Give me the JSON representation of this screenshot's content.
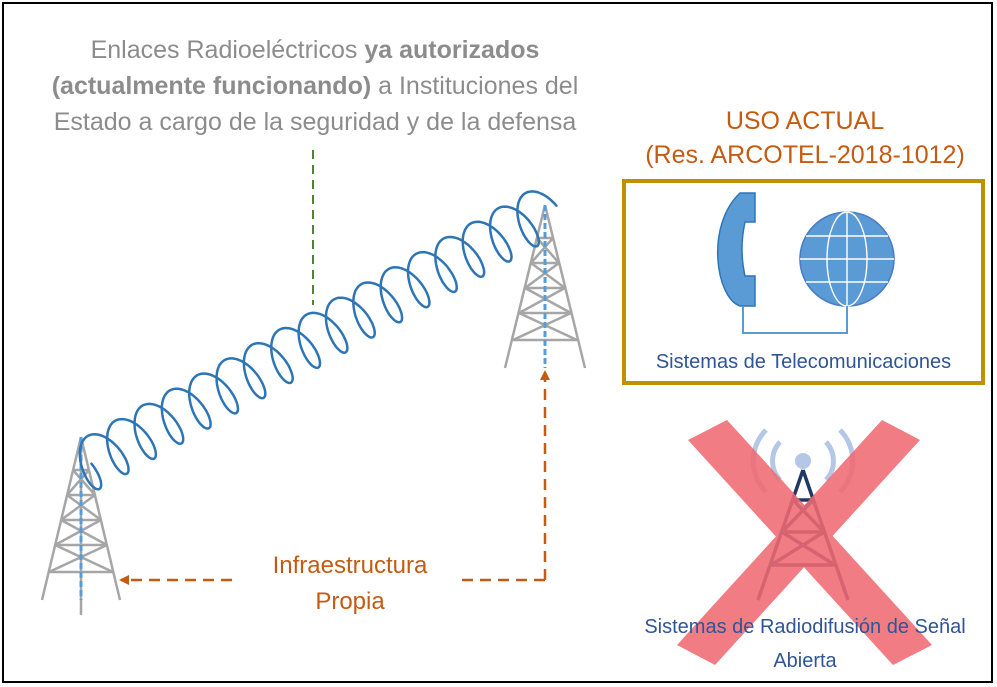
{
  "header": {
    "line1_plain": "Enlaces Radioeléctricos ",
    "line1_bold": "ya autorizados",
    "line2_bold": "(actualmente funcionando)",
    "line2_plain": " a Instituciones del",
    "line3": "Estado a cargo de la seguridad y de la defensa"
  },
  "uso_actual": {
    "title": "USO ACTUAL",
    "resolution": "(Res. ARCOTEL-2018-1012)"
  },
  "telecom": {
    "label": "Sistemas de Telecomunicaciones",
    "icons": [
      "telephone-icon",
      "globe-icon"
    ]
  },
  "infraestructura": {
    "line1": "Infraestructura",
    "line2": "Propia"
  },
  "radiodifusion": {
    "line1": "Sistemas de Radiodifusión de Señal",
    "line2": "Abierta",
    "icon": "broadcast-tower-icon",
    "status": "crossed-out"
  },
  "colors": {
    "title_gray": "#8c8c8c",
    "orange": "#c55a11",
    "blue": "#2e5597",
    "gold_border": "#bf9000",
    "wave_blue": "#2e75b6",
    "red_cross": "#f06a72"
  }
}
